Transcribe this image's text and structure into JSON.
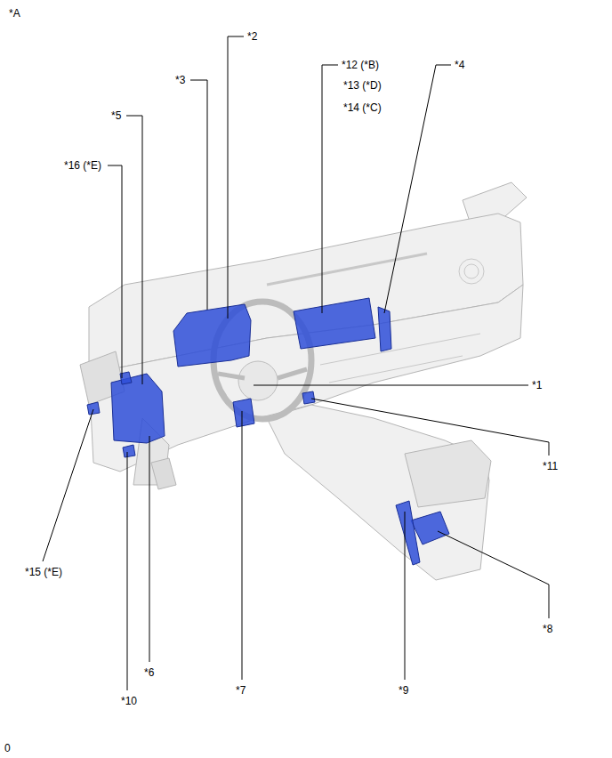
{
  "diagram": {
    "labels": [
      "*A",
      "*2",
      "*3",
      "*12 (*B)",
      "*13 (*D)",
      "*14 (*C)",
      "*4",
      "*5",
      "*16 (*E)",
      "*1",
      "*11",
      "*15 (*E)",
      "*8",
      "*6",
      "*7",
      "*9",
      "*10",
      "0"
    ]
  }
}
